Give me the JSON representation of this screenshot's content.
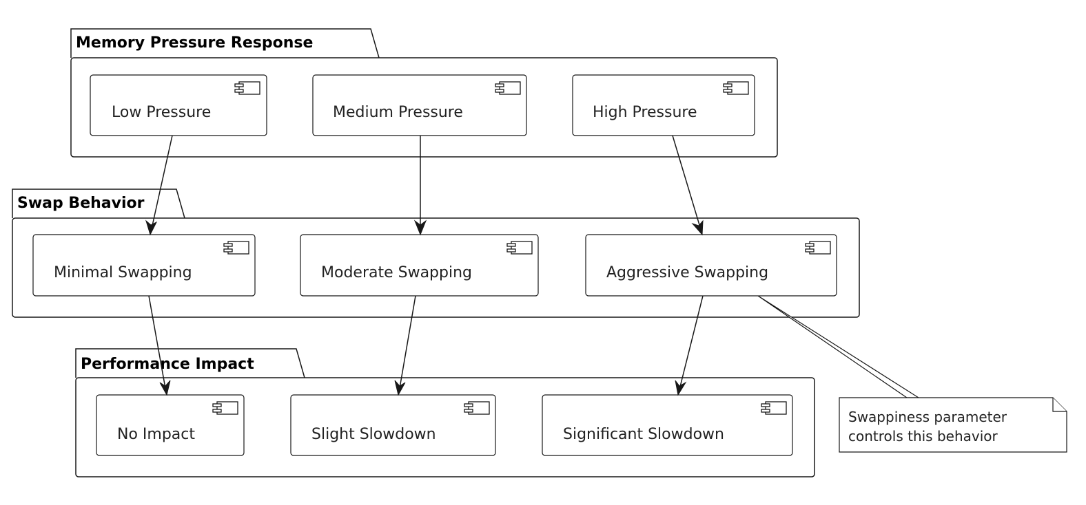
{
  "packages": {
    "memory": {
      "title": "Memory Pressure Response"
    },
    "swap": {
      "title": "Swap Behavior"
    },
    "perf": {
      "title": "Performance Impact"
    }
  },
  "components": {
    "low_pressure": "Low Pressure",
    "medium_pressure": "Medium Pressure",
    "high_pressure": "High Pressure",
    "minimal_swapping": "Minimal Swapping",
    "moderate_swapping": "Moderate Swapping",
    "aggressive_swapping": "Aggressive Swapping",
    "no_impact": "No Impact",
    "slight_slowdown": "Slight Slowdown",
    "significant_slowdown": "Significant Slowdown"
  },
  "edges": [
    {
      "from": "low_pressure",
      "to": "minimal_swapping"
    },
    {
      "from": "medium_pressure",
      "to": "moderate_swapping"
    },
    {
      "from": "high_pressure",
      "to": "aggressive_swapping"
    },
    {
      "from": "minimal_swapping",
      "to": "no_impact"
    },
    {
      "from": "moderate_swapping",
      "to": "slight_slowdown"
    },
    {
      "from": "aggressive_swapping",
      "to": "significant_slowdown"
    }
  ],
  "note": {
    "attached_to": "aggressive_swapping",
    "lines": [
      "Swappiness parameter",
      "controls this behavior"
    ]
  }
}
